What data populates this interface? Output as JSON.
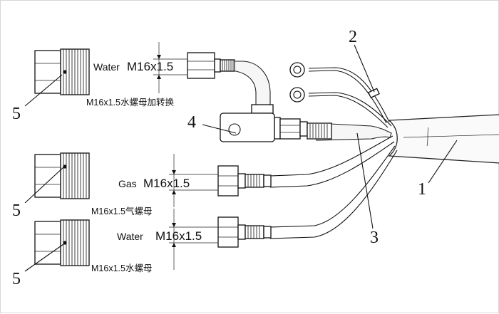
{
  "diagram": {
    "callouts": {
      "main_cable": "1",
      "control_wires": "2",
      "hose_bundle": "3",
      "water_adapter": "4",
      "nut_top": "5",
      "nut_middle": "5",
      "nut_bottom": "5"
    },
    "labels": {
      "water_top_prefix": "Water ",
      "water_top_thread": "M16x1.5",
      "water_top_note": "M16x1.5水螺母加转换",
      "gas_prefix": "Gas ",
      "gas_thread": "M16x1.5",
      "gas_note": "M16x1.5气螺母",
      "water_bottom_prefix": "Water ",
      "water_bottom_thread": "M16x1.5",
      "water_bottom_note": "M16x1.5水螺母"
    }
  }
}
